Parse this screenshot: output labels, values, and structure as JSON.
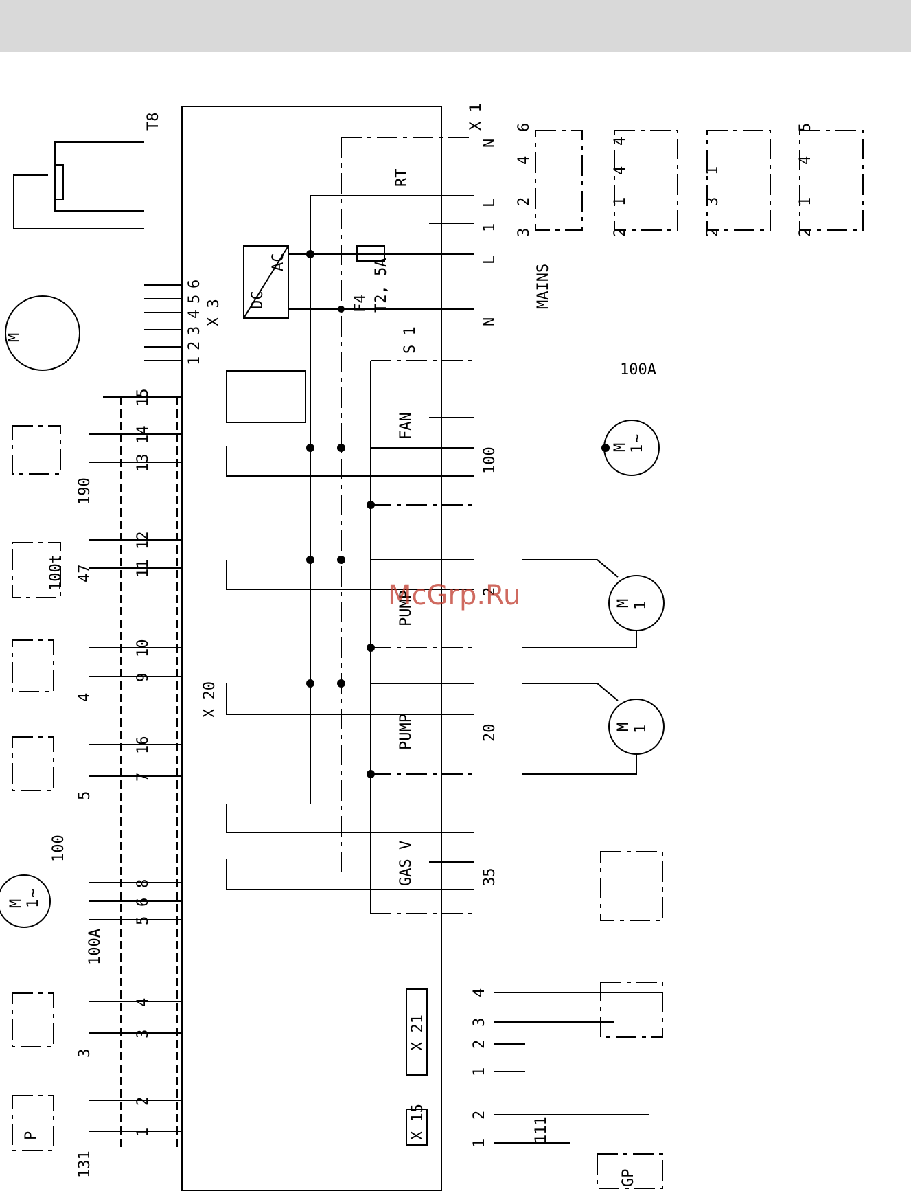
{
  "module_label": "X 3",
  "x3_pins": [
    "1",
    "2",
    "3",
    "4",
    "5",
    "6"
  ],
  "motor_label": "M",
  "motor_1": "1",
  "motor_tilde": "~",
  "t8_label": "T8",
  "x1_label": "X 1",
  "x1_pins": [
    "N",
    "L",
    "1"
  ],
  "rt_label": "RT",
  "mains_label": "MAINS",
  "mains_pins": [
    "L",
    "N"
  ],
  "fuse_label": "F4",
  "fuse_rating": "T2, 5A",
  "switch_label": "S 1",
  "dc_label": "DC",
  "ac_label": "AC",
  "fan_label": "FAN",
  "pump_label": "PUMP",
  "gas_label": "GAS V",
  "x20_label": "X 20",
  "x21_label": "X 21",
  "x15_label": "X 15",
  "x21_pins": [
    "4",
    "3",
    "2",
    "1"
  ],
  "x15_pins": [
    "2",
    "1"
  ],
  "left_pins": [
    "15",
    "14",
    "13",
    "12",
    "11",
    "10",
    "9",
    "16",
    "7",
    "8",
    "6",
    "5",
    "4",
    "3",
    "2",
    "1"
  ],
  "ref_100a": "100A",
  "ref_100": "100",
  "ref_190": "190",
  "ref_47": "47",
  "ref_100t": "100t",
  "ref_4": "4",
  "ref_5": "5",
  "ref_3": "3",
  "ref_131": "131",
  "ref_p": "P",
  "ref_2": "2",
  "ref_20": "20",
  "ref_35": "35",
  "ref_111": "111",
  "ref_gp": "GP",
  "rt_variant_pins": [
    [
      "6",
      "4",
      "2",
      "3"
    ],
    [
      "4",
      "4",
      "1",
      "2"
    ],
    [
      "1",
      "3",
      "2"
    ],
    [
      "5",
      "4",
      "1",
      "2"
    ]
  ],
  "watermark": "McGrp.Ru"
}
